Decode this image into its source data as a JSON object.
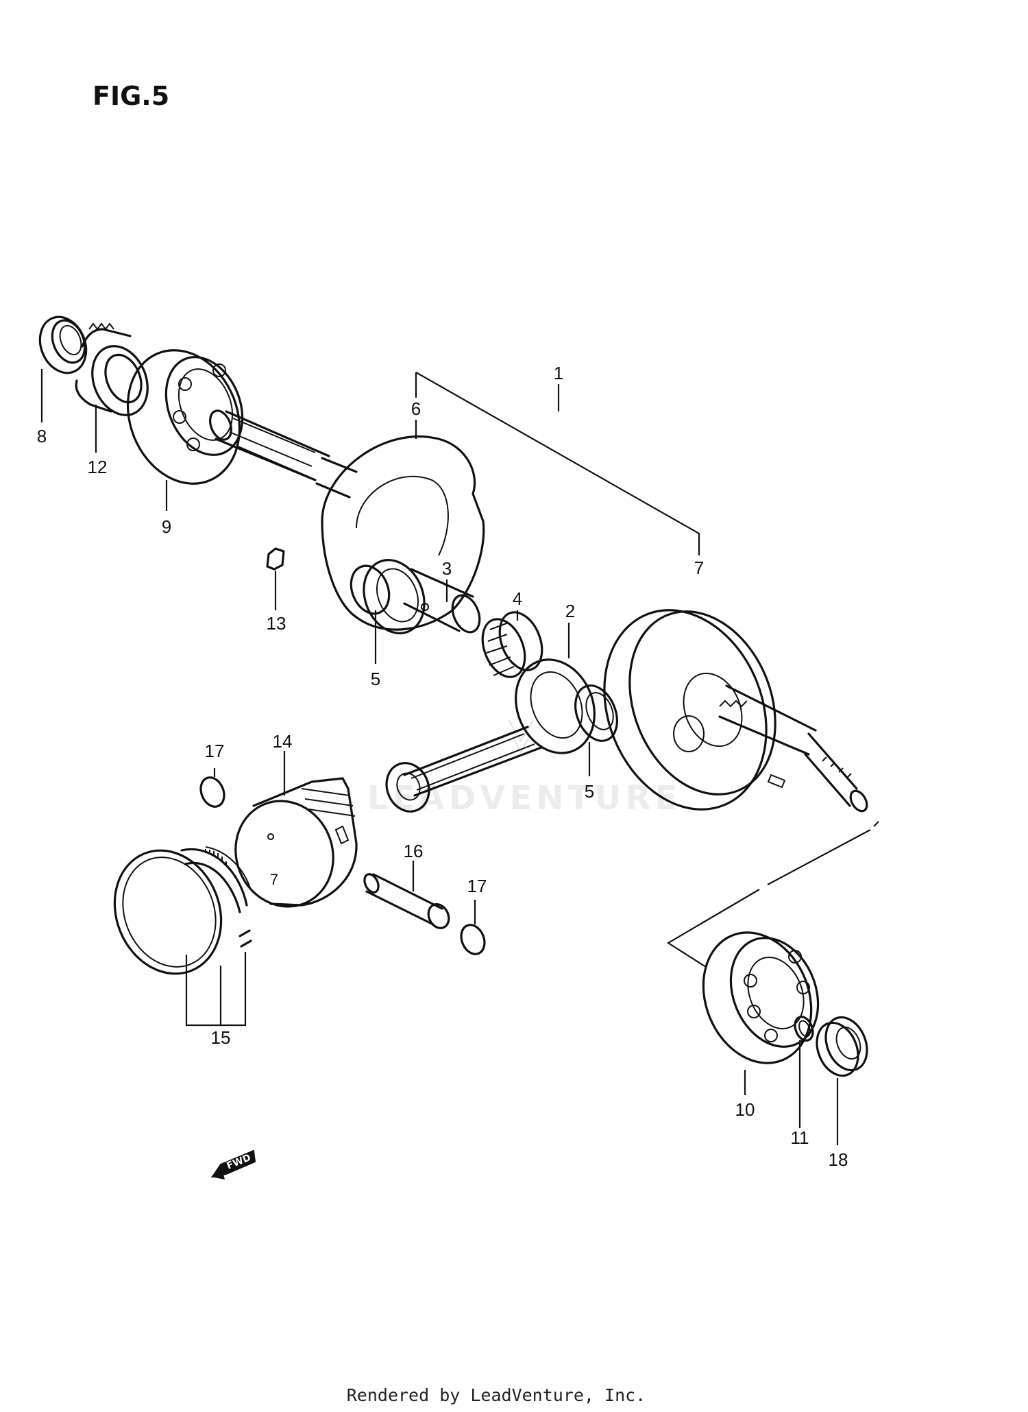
{
  "figure_title": "FIG.5",
  "footer": "Rendered by LeadVenture, Inc.",
  "watermark": "LEADVENTURE",
  "fwd_label": "FWD",
  "callouts": {
    "c1": "1",
    "c2": "2",
    "c3": "3",
    "c4": "4",
    "c5a": "5",
    "c5b": "5",
    "c6": "6",
    "c7": "7",
    "c8": "8",
    "c9": "9",
    "c10": "10",
    "c11": "11",
    "c12": "12",
    "c13": "13",
    "c14": "14",
    "c15": "15",
    "c16": "16",
    "c17a": "17",
    "c17b": "17",
    "c18": "18"
  }
}
